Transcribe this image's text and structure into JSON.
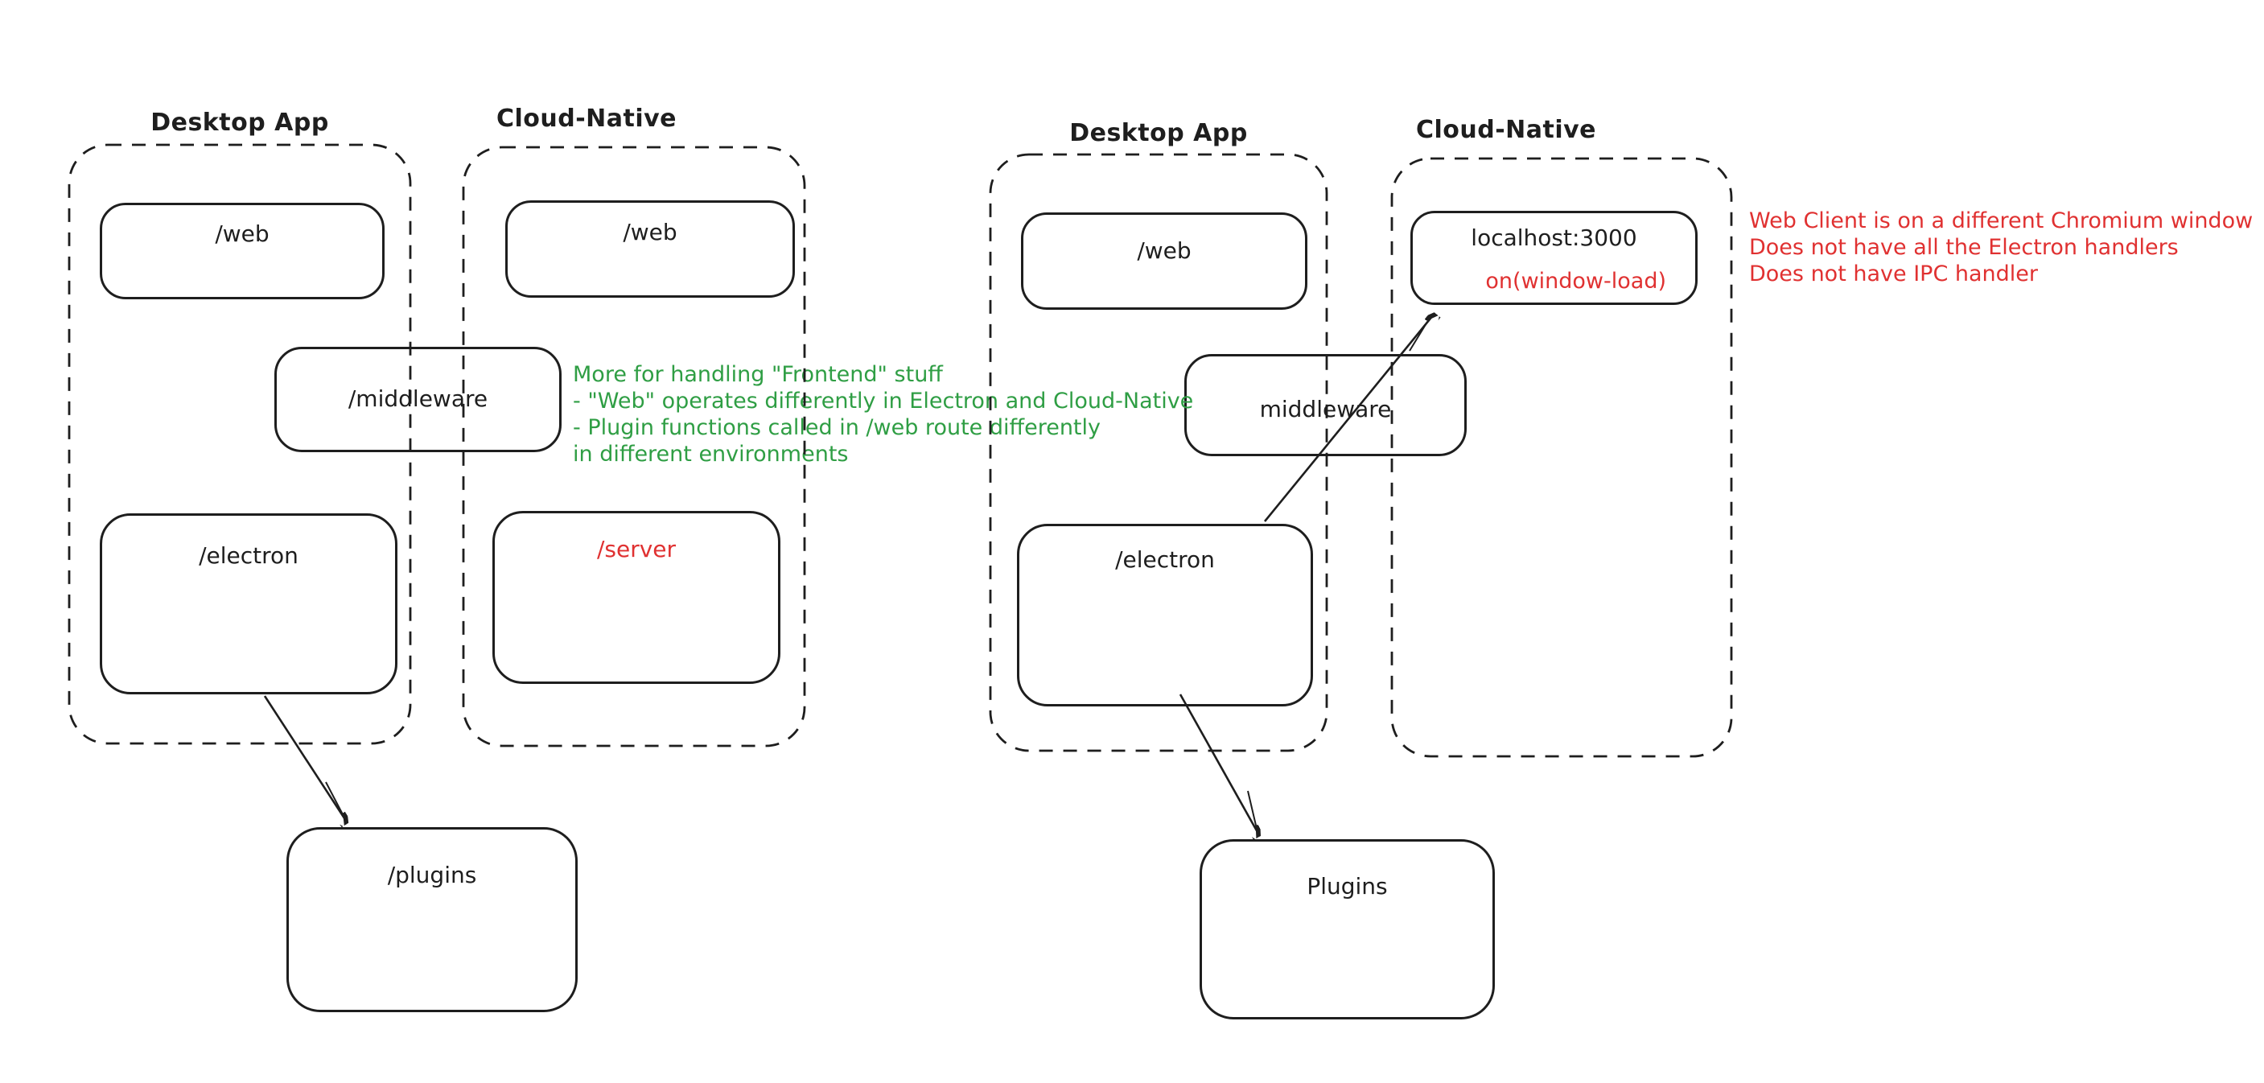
{
  "colors": {
    "ink": "#1e1e1e",
    "green": "#2f9e44",
    "red": "#e03131",
    "background": "#ffffff"
  },
  "left_diagram": {
    "desktop_app": {
      "label": "Desktop App",
      "web": "/web",
      "electron": "/electron"
    },
    "cloud_native": {
      "label": "Cloud-Native",
      "web": "/web",
      "server": "/server"
    },
    "middleware": "/middleware",
    "plugins": "/plugins"
  },
  "right_diagram": {
    "desktop_app": {
      "label": "Desktop App",
      "web": "/web",
      "electron": "/electron"
    },
    "cloud_native": {
      "label": "Cloud-Native",
      "localhost": "localhost:3000",
      "window_load": "on(window-load)"
    },
    "middleware": "middleware",
    "plugins": "Plugins"
  },
  "annotations": {
    "green_note": {
      "color": "#2f9e44",
      "lines": [
        "More for handling \"Frontend\" stuff",
        "- \"Web\" operates differently in Electron and Cloud-Native",
        "- Plugin functions called in /web route differently",
        "in different environments"
      ]
    },
    "red_note": {
      "color": "#e03131",
      "lines": [
        "Web Client is on a different Chromium window",
        "Does not have all the Electron handlers",
        "Does not have IPC handler"
      ]
    }
  }
}
